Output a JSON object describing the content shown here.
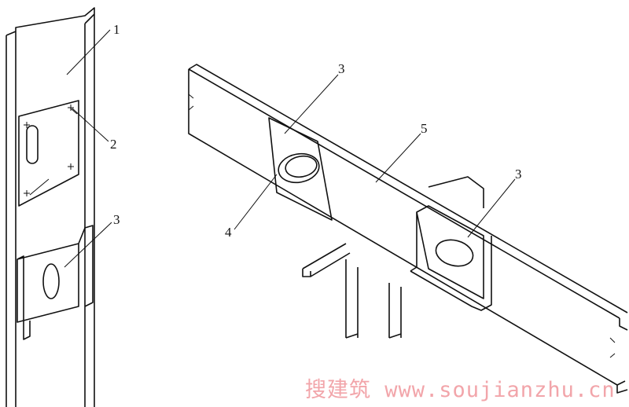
{
  "labels": {
    "l1": "1",
    "l2": "2",
    "l3a": "3",
    "l3b": "3",
    "l3c": "3",
    "l4": "4",
    "l5": "5"
  },
  "watermark": "搜建筑 www.soujianzhu.cn"
}
